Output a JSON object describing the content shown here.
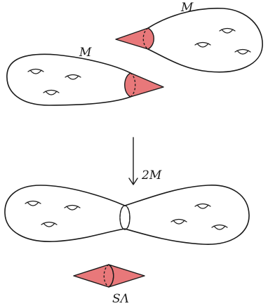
{
  "labels": {
    "manifold_top_right": "M",
    "manifold_top_left": "M",
    "doubling_map": "2M",
    "suspension": "SΛ"
  }
}
